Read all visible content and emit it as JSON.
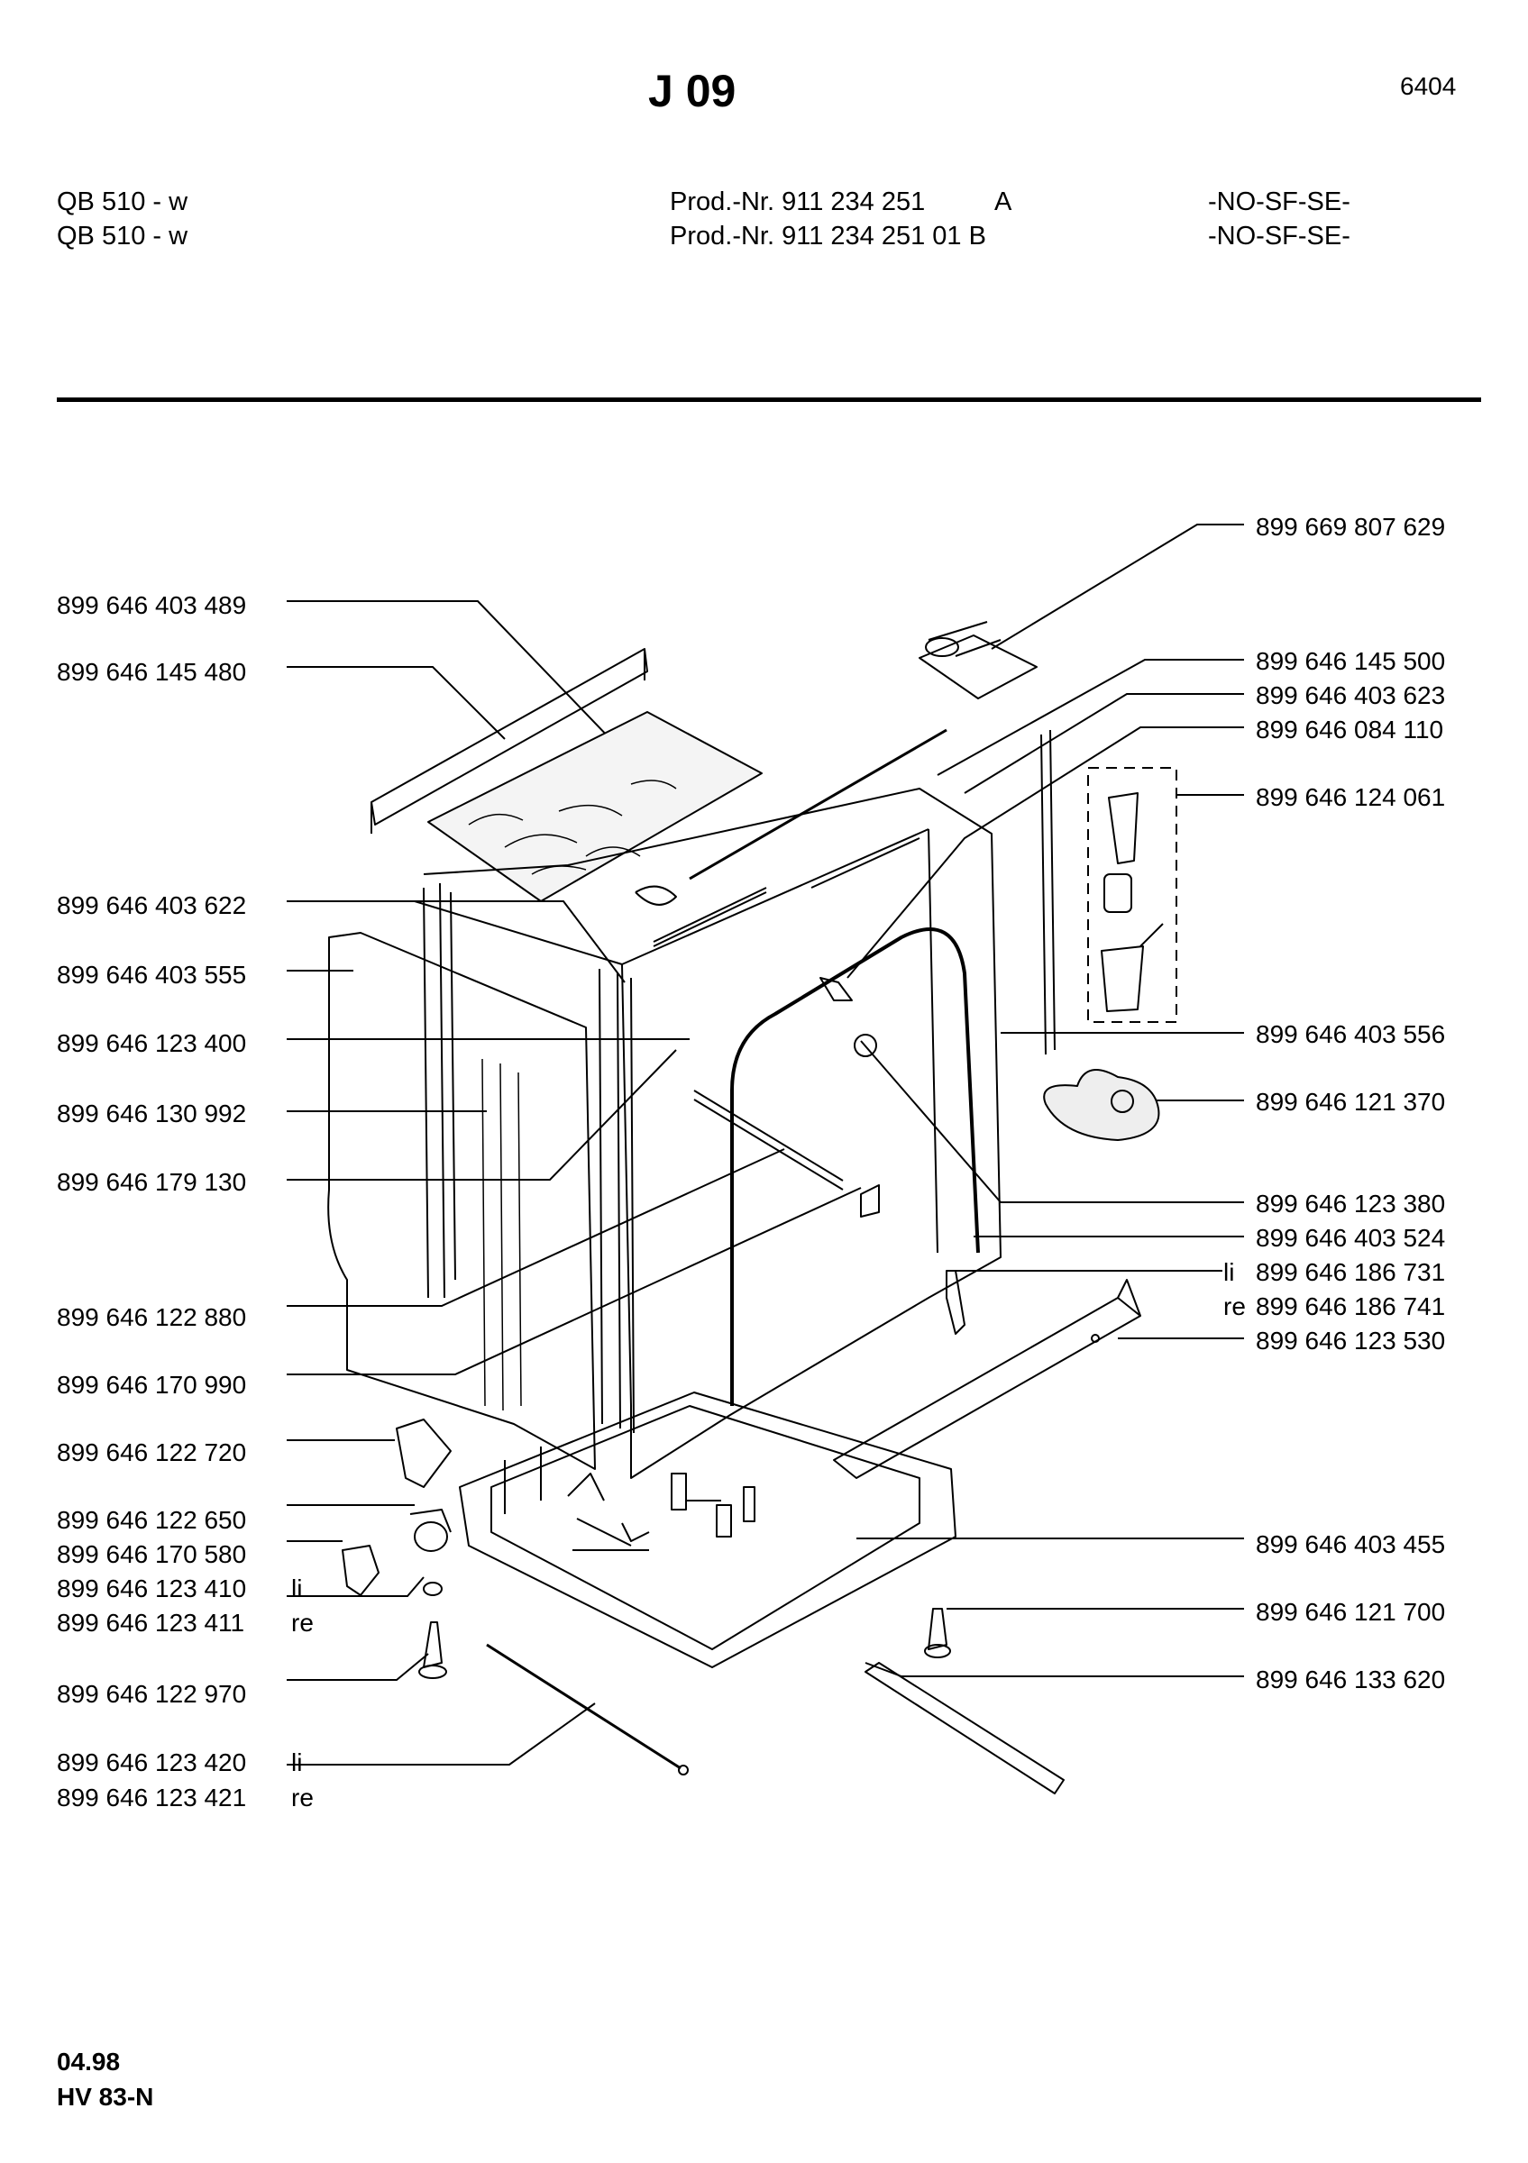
{
  "header": {
    "title": "J 09",
    "page_code": "6404",
    "rows": [
      {
        "model": "QB 510 - w",
        "prod": "Prod.-Nr. 911 234 251",
        "variant": "A",
        "market": "-NO-SF-SE-"
      },
      {
        "model": "QB 510 - w",
        "prod": "Prod.-Nr. 911 234 251 01 B",
        "variant": "",
        "market": "-NO-SF-SE-"
      }
    ]
  },
  "left_labels": [
    {
      "number": "899 646 403 489",
      "suffix": ""
    },
    {
      "number": "899 646 145 480",
      "suffix": ""
    },
    {
      "number": "899 646 403 622",
      "suffix": ""
    },
    {
      "number": "899 646 403 555",
      "suffix": ""
    },
    {
      "number": "899 646 123 400",
      "suffix": ""
    },
    {
      "number": "899 646 130 992",
      "suffix": ""
    },
    {
      "number": "899 646 179 130",
      "suffix": ""
    },
    {
      "number": "899 646 122 880",
      "suffix": ""
    },
    {
      "number": "899 646 170 990",
      "suffix": ""
    },
    {
      "number": "899 646 122 720",
      "suffix": ""
    },
    {
      "number": "899 646 122 650",
      "suffix": ""
    },
    {
      "number": "899 646 170 580",
      "suffix": ""
    },
    {
      "number": "899 646 123 410",
      "suffix": "li"
    },
    {
      "number": "899 646 123 411",
      "suffix": "re"
    },
    {
      "number": "899 646 122 970",
      "suffix": ""
    },
    {
      "number": "899 646 123 420",
      "suffix": "li"
    },
    {
      "number": "899 646 123 421",
      "suffix": "re"
    }
  ],
  "right_labels": [
    {
      "prefix": "",
      "number": "899 669 807 629"
    },
    {
      "prefix": "",
      "number": "899 646 145 500"
    },
    {
      "prefix": "",
      "number": "899 646 403 623"
    },
    {
      "prefix": "",
      "number": "899 646 084 110"
    },
    {
      "prefix": "",
      "number": "899 646 124 061"
    },
    {
      "prefix": "",
      "number": "899 646 403 556"
    },
    {
      "prefix": "",
      "number": "899 646 121 370"
    },
    {
      "prefix": "",
      "number": "899 646 123 380"
    },
    {
      "prefix": "",
      "number": "899 646 403 524"
    },
    {
      "prefix": "li",
      "number": "899 646 186 731"
    },
    {
      "prefix": "re",
      "number": "899 646 186 741"
    },
    {
      "prefix": "",
      "number": "899 646 123 530"
    },
    {
      "prefix": "",
      "number": "899 646 403 455"
    },
    {
      "prefix": "",
      "number": "899 646 121 700"
    },
    {
      "prefix": "",
      "number": "899 646 133 620"
    }
  ],
  "footer": {
    "date": "04.98",
    "doc": "HV 83-N"
  }
}
